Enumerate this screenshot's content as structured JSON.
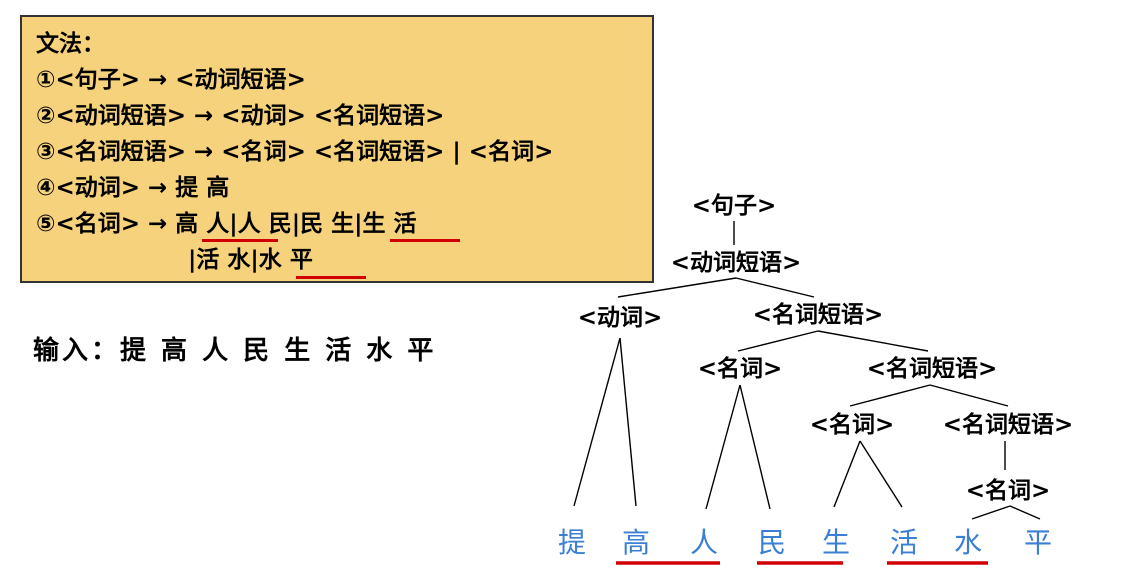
{
  "grammar": {
    "title": "文法：",
    "rule1": "①<句子> → <动词短语>",
    "rule2": "②<动词短语> → <动词> <名词短语>",
    "rule3": "③<名词短语> → <名词> <名词短语> | <名词>",
    "rule4": "④<动词> → 提 高",
    "rule5": "⑤<名词> → 高 人|人 民|民 生|生 活",
    "rule5_cont": "|活 水|水 平"
  },
  "input": "输入：提 高 人 民 生 活 水 平",
  "tree": {
    "sentence": "<句子>",
    "verb_phrase": "<动词短语>",
    "verb": "<动词>",
    "noun_phrase_1": "<名词短语>",
    "noun_1": "<名词>",
    "noun_phrase_2": "<名词短语>",
    "noun_2": "<名词>",
    "noun_phrase_3": "<名词短语>",
    "noun_3": "<名词>",
    "leaves": [
      "提",
      "高",
      "人",
      "民",
      "生",
      "活",
      "水",
      "平"
    ]
  },
  "colors": {
    "box_fill": "#F6D27C",
    "leaf_blue": "#3A7FD5",
    "underline_red": "#d00000"
  }
}
